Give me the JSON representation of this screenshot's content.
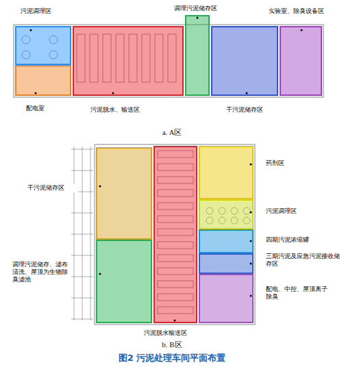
{
  "diagram": {
    "caption": "图2 污泥处理车间平面布置",
    "nodes": [
      {
        "text": [
          "污泥调理区"
        ]
      },
      {
        "text": [
          "配电室"
        ]
      },
      {
        "text": [
          "污泥脱水、输送区"
        ]
      },
      {
        "text": [
          "调理污泥储存区"
        ]
      },
      {
        "text": [
          "干污泥储存区"
        ]
      },
      {
        "text": [
          "实验室、除臭设备区"
        ]
      },
      {
        "text": [
          "干污泥储存区"
        ]
      },
      {
        "text": [
          "调理污泥储存、滤布清洗、屋顶为生物除臭滤池"
        ]
      },
      {
        "text": [
          "污泥脱水输送区"
        ]
      },
      {
        "text": [
          "药剂区"
        ]
      },
      {
        "text": [
          "污泥调理区"
        ]
      },
      {
        "text": [
          "四期污泥浓缩罐"
        ]
      },
      {
        "text": [
          "三期污泥及应急污泥接收储存区"
        ]
      },
      {
        "text": [
          "配电、中控、屋顶离子除臭"
        ]
      }
    ],
    "labels": [
      "a. A区",
      "b. B区"
    ]
  }
}
